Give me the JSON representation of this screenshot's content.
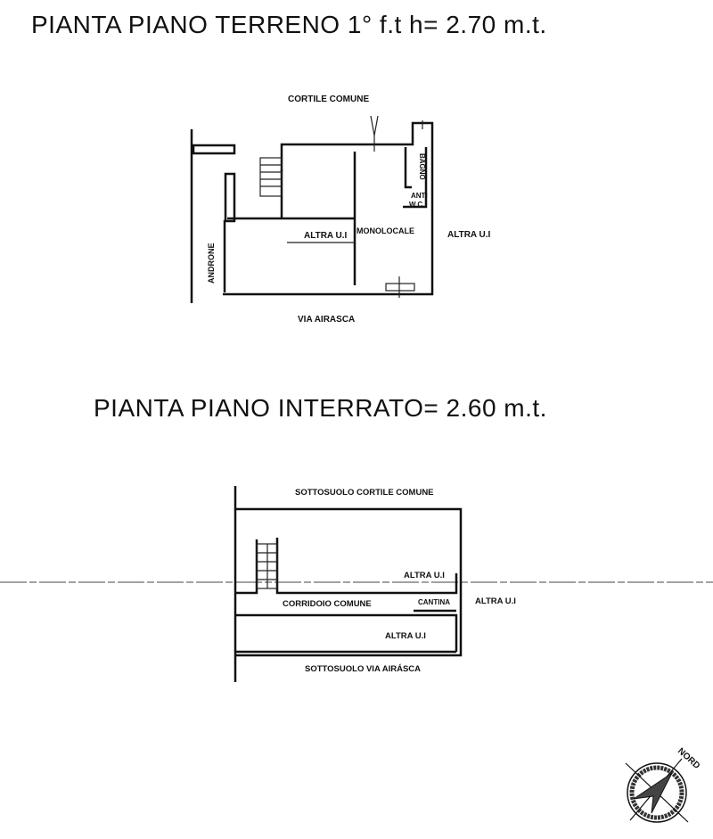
{
  "ground_floor": {
    "title": "PIANTA PIANO TERRENO 1° f.t h= 2.70 m.t.",
    "labels": {
      "north_side": "CORTILE COMUNE",
      "south_side": "VIA AIRASCA",
      "west_side": "ANDRONE",
      "east_side": "ALTRA U.I",
      "room_left": "ALTRA U.I",
      "room_main": "MONOLOCALE",
      "bath": "BAGNO",
      "anti_wc_1": "ANTI",
      "anti_wc_2": "W.C."
    }
  },
  "basement": {
    "title": "PIANTA PIANO INTERRATO= 2.60 m.t.",
    "labels": {
      "north_side": "SOTTOSUOLO CORTILE COMUNE",
      "south_side": "SOTTOSUOLO VIA AIRÁSCA",
      "upper_unit": "ALTRA U.I",
      "corridor": "CORRIDOIO COMUNE",
      "cellar": "CANTINA",
      "east_unit": "ALTRA U.I",
      "lower_unit": "ALTRA U.I"
    }
  },
  "compass": {
    "label": "NORD",
    "icon": "north-arrow-icon"
  }
}
